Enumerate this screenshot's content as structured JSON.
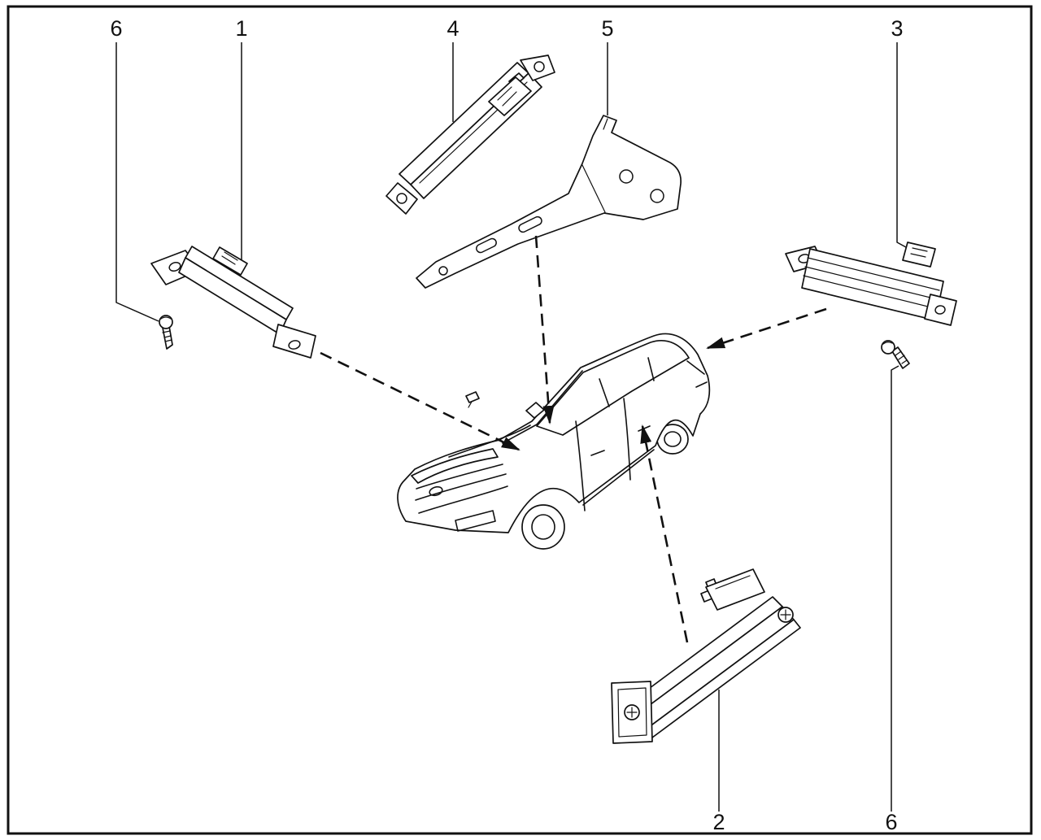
{
  "figure": {
    "type": "exploded-parts-diagram",
    "colors": {
      "ink": "#111111",
      "background": "#ffffff"
    },
    "callouts": [
      {
        "label": "6"
      },
      {
        "label": "1"
      },
      {
        "label": "4"
      },
      {
        "label": "5"
      },
      {
        "label": "3"
      },
      {
        "label": "2"
      },
      {
        "label": "6"
      }
    ]
  }
}
